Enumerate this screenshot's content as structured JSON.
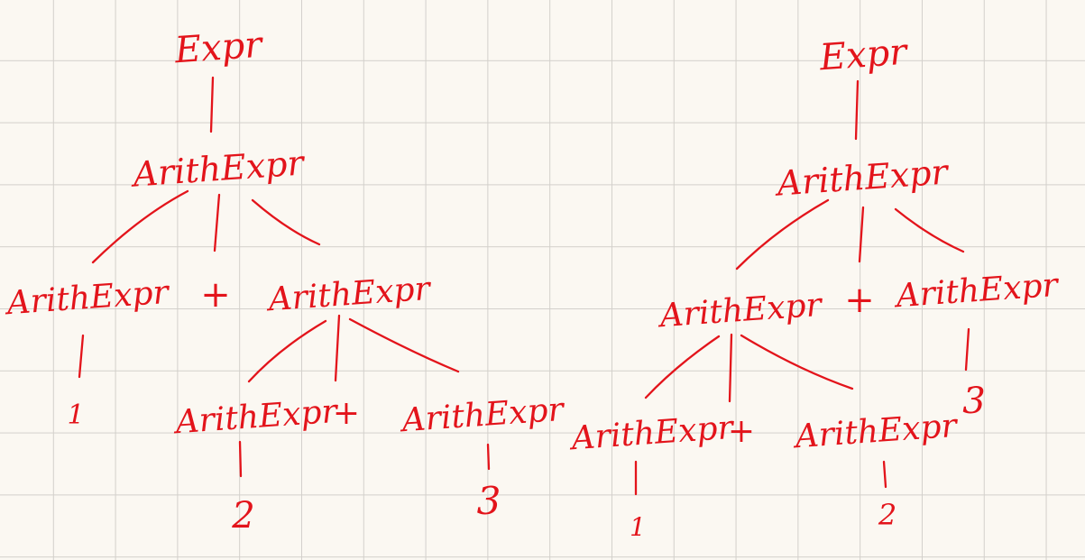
{
  "ink_color": "#e3141b",
  "grid_color": "#d3d0cb",
  "paper_color": "#fbf8f2",
  "trees": [
    {
      "root": "Expr",
      "nodes": {
        "expr": "Expr",
        "arith_top": "ArithExpr",
        "left_arith": "ArithExpr",
        "plus_top": "+",
        "right_arith": "ArithExpr",
        "leaf_1": "1",
        "inner_left_arith": "ArithExpr",
        "plus_inner": "+",
        "inner_right_arith": "ArithExpr",
        "leaf_2": "2",
        "leaf_3": "3"
      }
    },
    {
      "root": "Expr",
      "nodes": {
        "expr": "Expr",
        "arith_top": "ArithExpr",
        "left_arith": "ArithExpr",
        "plus_top": "+",
        "right_arith": "ArithExpr",
        "leaf_3": "3",
        "inner_left_arith": "ArithExpr",
        "plus_inner": "+",
        "inner_right_arith": "ArithExpr",
        "leaf_1": "1",
        "leaf_2": "2"
      }
    }
  ]
}
